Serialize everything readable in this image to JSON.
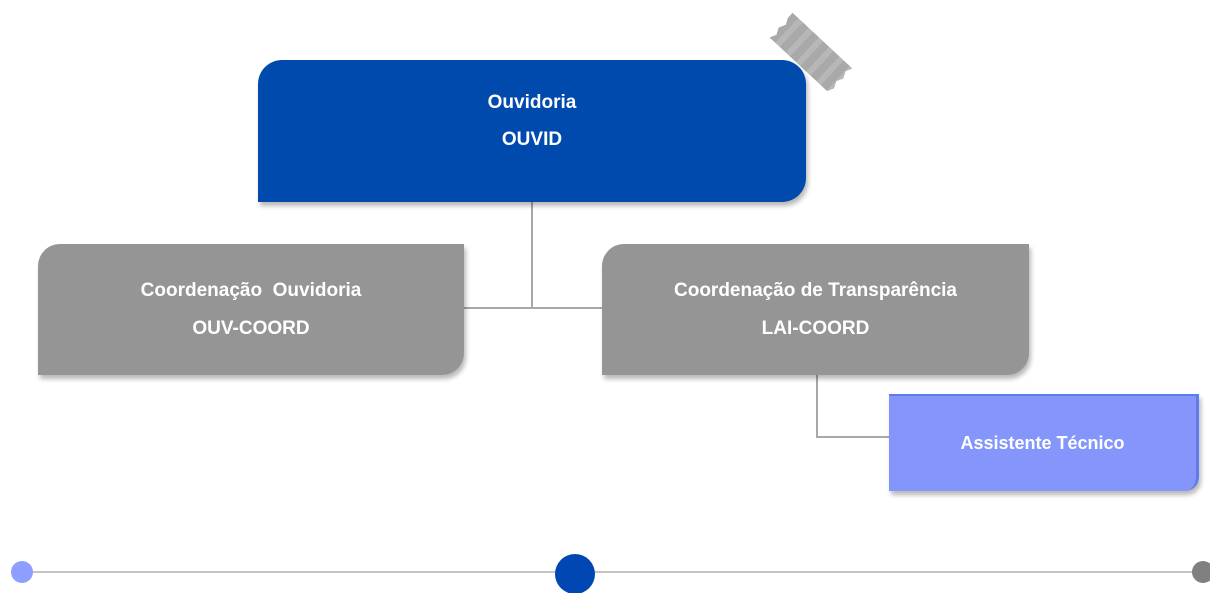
{
  "colors": {
    "root_box": "#004AAD",
    "coord_box": "#959595",
    "assistant_box": "#8496FC",
    "connector": "#A8A8A8",
    "timeline_line": "#C4C4C4",
    "timeline_dot_left": "#8C9EFF",
    "timeline_dot_center": "#0047B3",
    "timeline_dot_right": "#808080"
  },
  "org_chart": {
    "root": {
      "line1": "Ouvidoria",
      "line2": "OUVID"
    },
    "children": [
      {
        "line1": "Coordenação  Ouvidoria",
        "line2": "OUV-COORD"
      },
      {
        "line1": "Coordenação de Transparência",
        "line2": "LAI-COORD"
      }
    ],
    "sub_child": {
      "label": "Assistente Técnico"
    }
  },
  "timeline": {
    "dots": [
      {
        "name": "timeline-dot-start",
        "color_key": "timeline_dot_left"
      },
      {
        "name": "timeline-dot-current",
        "color_key": "timeline_dot_center"
      },
      {
        "name": "timeline-dot-end",
        "color_key": "timeline_dot_right"
      }
    ]
  }
}
